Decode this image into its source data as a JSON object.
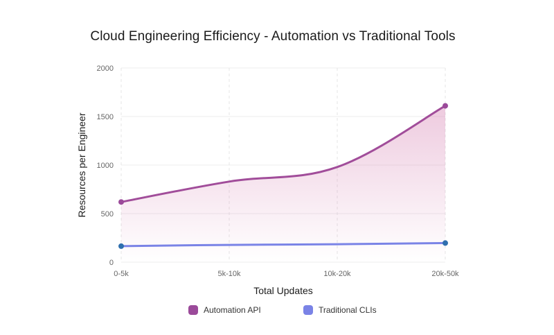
{
  "chart_data": {
    "type": "area",
    "title": "Cloud Engineering Efficiency - Automation vs Traditional Tools",
    "xlabel": "Total Updates",
    "ylabel": "Resources per Engineer",
    "categories": [
      "0-5k",
      "5k-10k",
      "10k-20k",
      "20k-50k"
    ],
    "ylim": [
      0,
      2000
    ],
    "yticks": [
      0,
      500,
      1000,
      1500,
      2000
    ],
    "grid": true,
    "legend_position": "bottom",
    "series": [
      {
        "name": "Automation API",
        "values": [
          620,
          830,
          980,
          1610
        ],
        "color": "#a14d9a",
        "marker_color": "#9b4a9a",
        "filled": true
      },
      {
        "name": "Traditional CLIs",
        "values": [
          165,
          178,
          185,
          197
        ],
        "color": "#7a83e6",
        "marker_color": "#2f6fae",
        "filled": false
      }
    ]
  }
}
